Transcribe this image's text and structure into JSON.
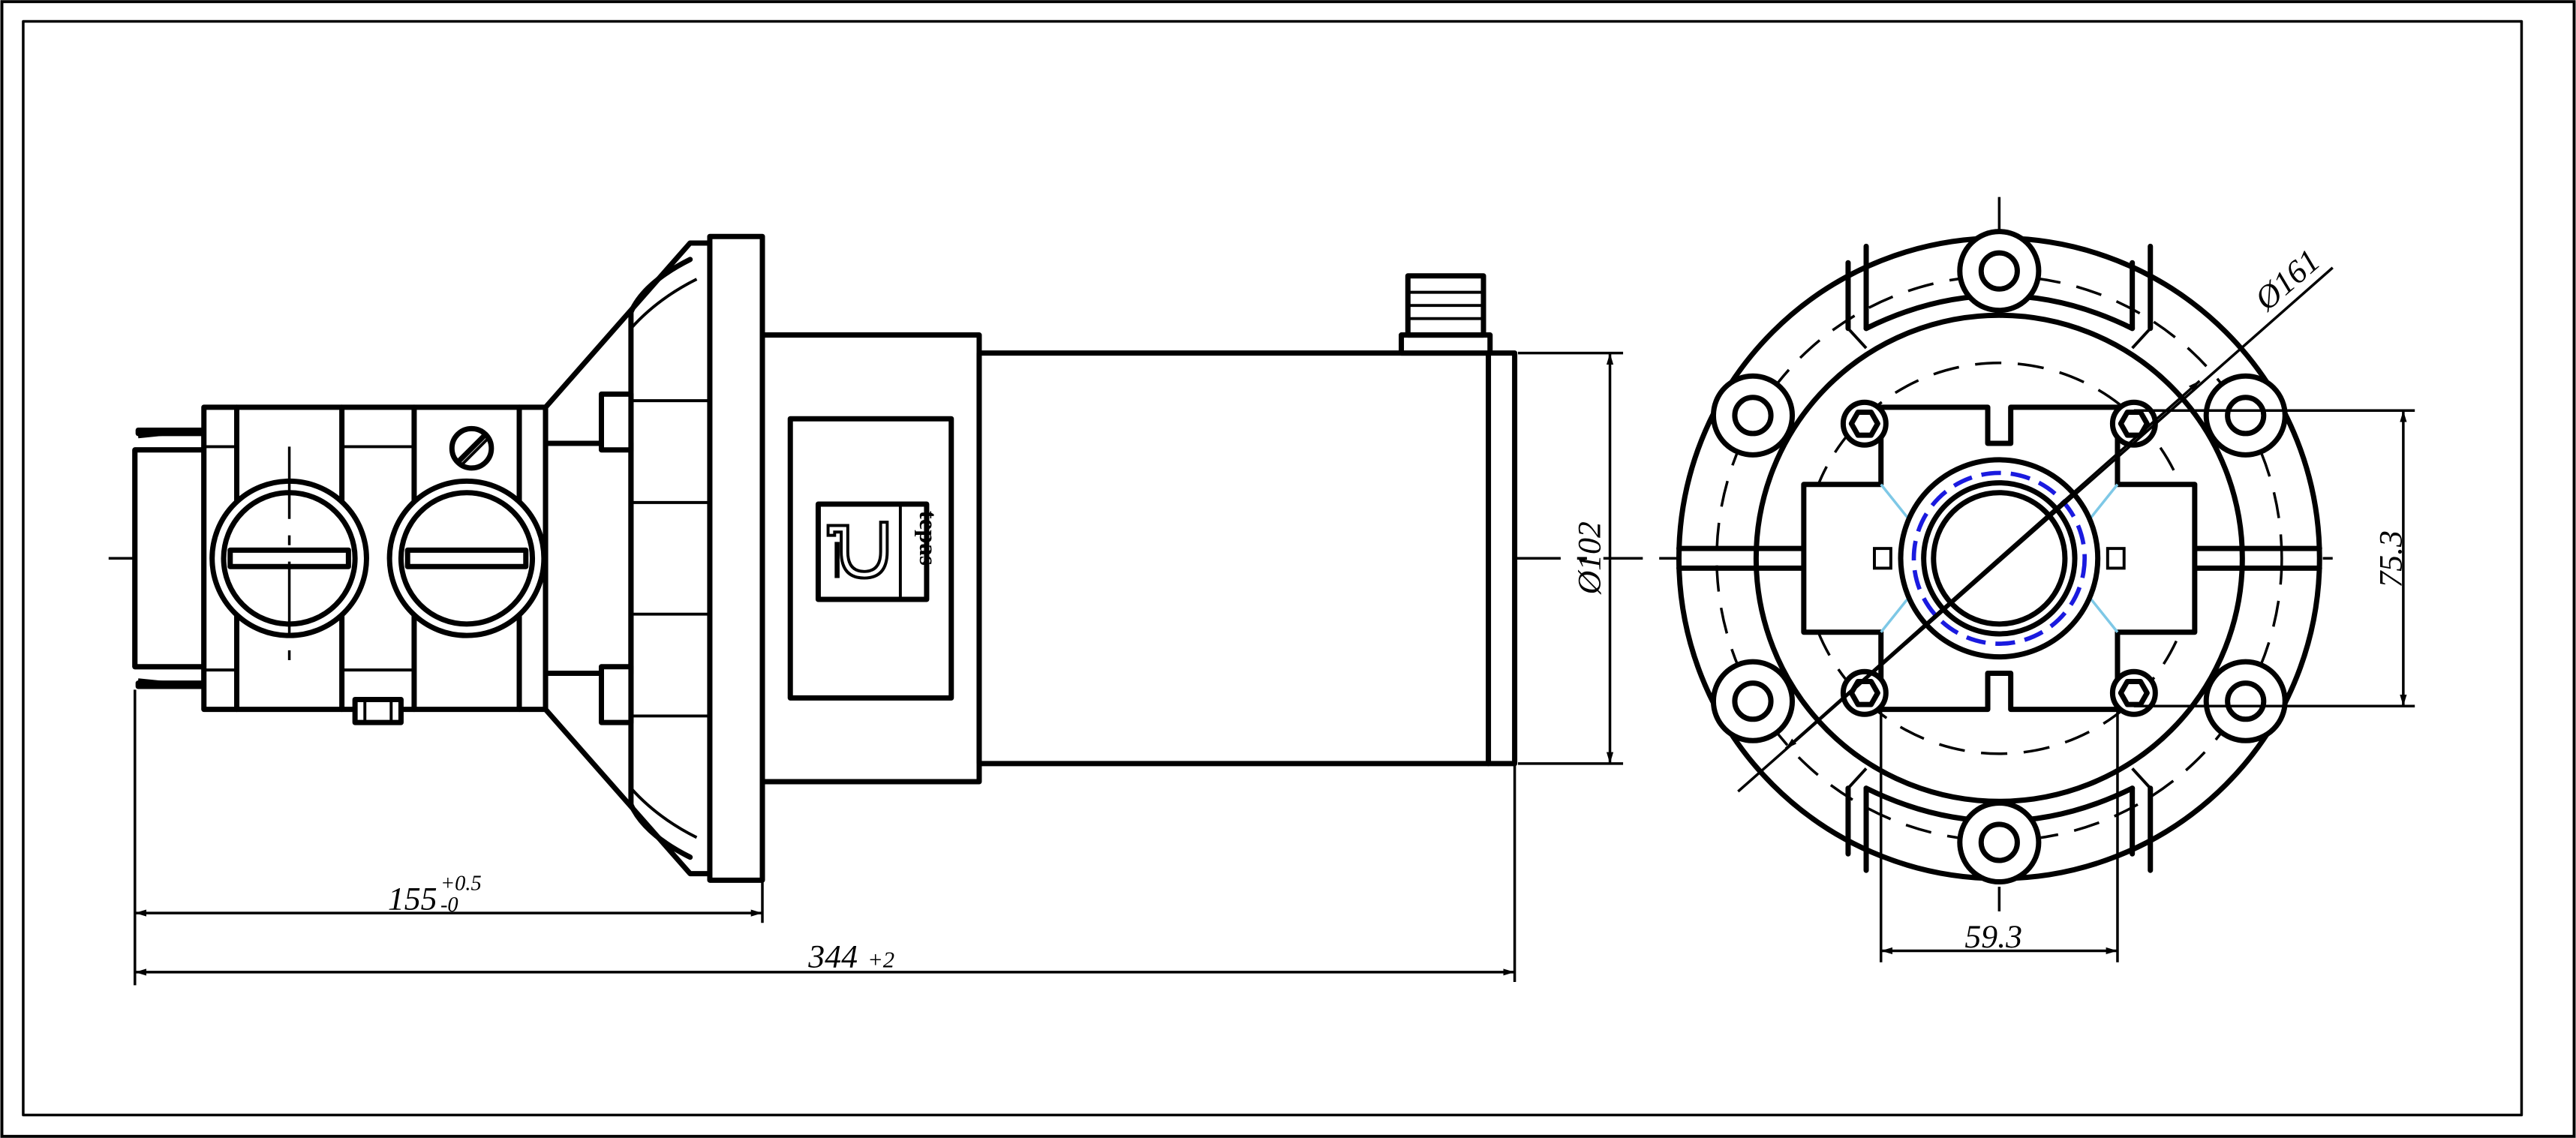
{
  "dimensions": {
    "length_partial": {
      "value": "155",
      "tol_upper": "+0.5",
      "tol_lower": "-0"
    },
    "length_total": {
      "value": "344",
      "tol": "+2"
    },
    "motor_diameter": "Ø102",
    "flange_diameter": "Ø161",
    "hole_spacing_vertical": "75.3",
    "hole_spacing_horizontal": "59.3"
  },
  "logo": {
    "text": "tepas",
    "icon": "tepas-logo-icon"
  }
}
